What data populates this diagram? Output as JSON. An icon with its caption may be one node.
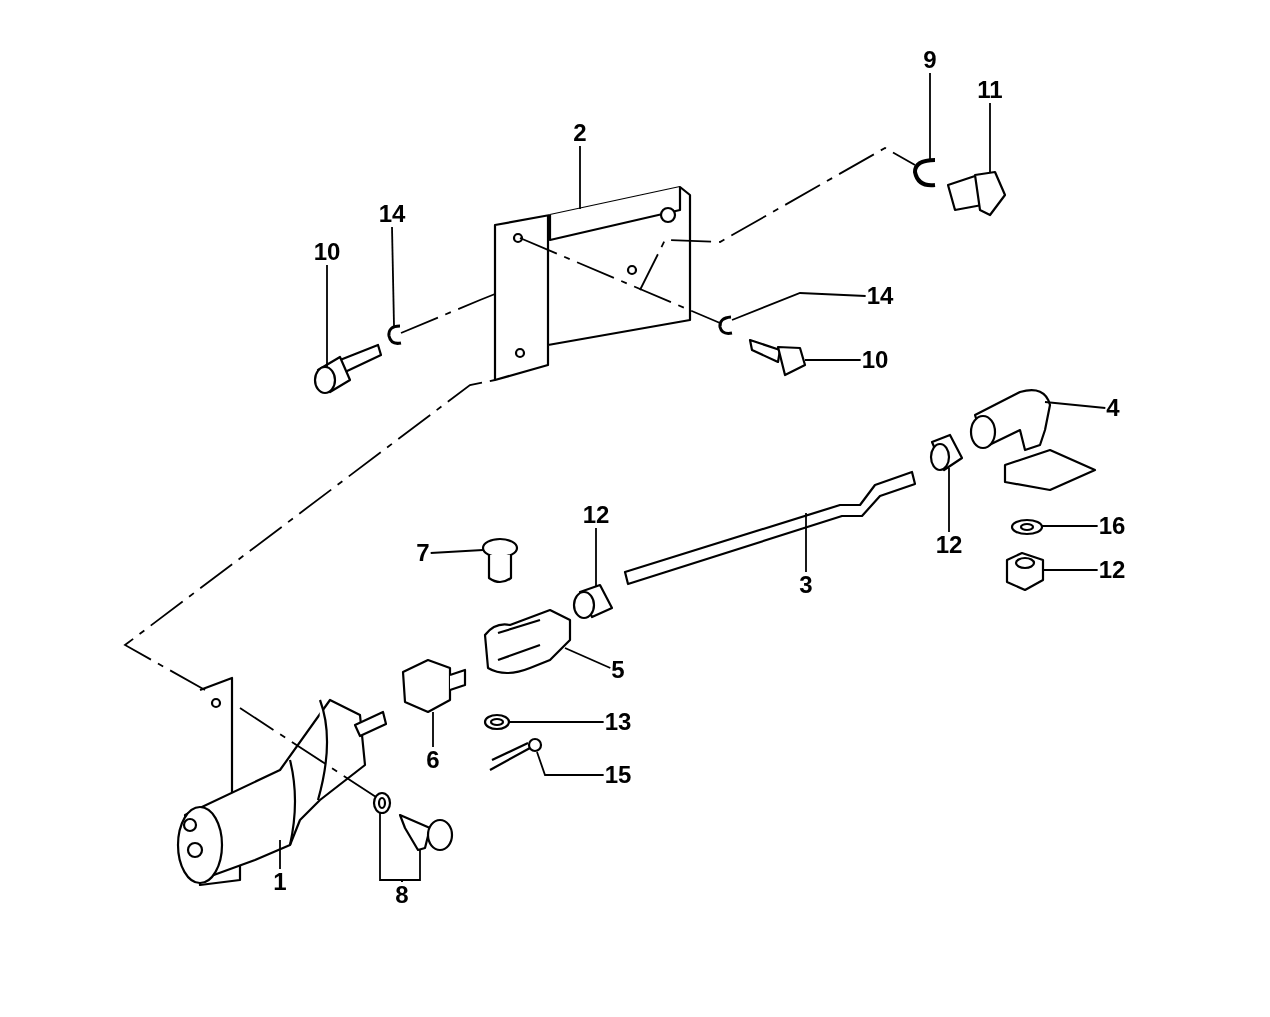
{
  "diagram": {
    "nodes": [
      {
        "text": [
          "1"
        ]
      },
      {
        "text": [],
        "shape": "picture"
      },
      {
        "text": [
          "2"
        ]
      },
      {
        "text": [],
        "shape": "picture"
      },
      {
        "text": [
          "3"
        ]
      },
      {
        "text": [],
        "shape": "picture"
      },
      {
        "text": [
          "4"
        ]
      },
      {
        "text": [],
        "shape": "picture"
      },
      {
        "text": [
          "5"
        ]
      },
      {
        "text": [],
        "shape": "picture"
      },
      {
        "text": [
          "6"
        ]
      },
      {
        "text": [],
        "shape": "picture"
      },
      {
        "text": [
          "7"
        ]
      },
      {
        "text": [],
        "shape": "picture"
      },
      {
        "text": [
          "8"
        ]
      },
      {
        "text": [],
        "shape": "picture"
      },
      {
        "text": [],
        "shape": "picture"
      },
      {
        "text": [
          "9"
        ]
      },
      {
        "text": [],
        "shape": "picture"
      },
      {
        "text": [
          "10"
        ]
      },
      {
        "text": [],
        "shape": "picture"
      },
      {
        "text": [
          "10"
        ]
      },
      {
        "text": [],
        "shape": "picture"
      },
      {
        "text": [
          "11"
        ]
      },
      {
        "text": [],
        "shape": "picture"
      },
      {
        "text": [
          "12"
        ]
      },
      {
        "text": [],
        "shape": "picture"
      },
      {
        "text": [
          "12"
        ]
      },
      {
        "text": [],
        "shape": "picture"
      },
      {
        "text": [
          "12"
        ]
      },
      {
        "text": [],
        "shape": "picture"
      },
      {
        "text": [
          "13"
        ]
      },
      {
        "text": [],
        "shape": "picture"
      },
      {
        "text": [
          "14"
        ]
      },
      {
        "text": [],
        "shape": "picture"
      },
      {
        "text": [
          "14"
        ]
      },
      {
        "text": [],
        "shape": "picture"
      },
      {
        "text": [
          "15"
        ]
      },
      {
        "text": [],
        "shape": "picture"
      },
      {
        "text": [
          "16"
        ]
      },
      {
        "text": [],
        "shape": "picture"
      }
    ],
    "edges": [
      {
        "from": 0,
        "to": 1,
        "arrow": "none"
      },
      {
        "from": 2,
        "to": 3,
        "arrow": "none"
      },
      {
        "from": 4,
        "to": 5,
        "arrow": "none"
      },
      {
        "from": 6,
        "to": 7,
        "arrow": "none"
      },
      {
        "from": 8,
        "to": 9,
        "arrow": "none"
      },
      {
        "from": 10,
        "to": 11,
        "arrow": "none"
      },
      {
        "from": 12,
        "to": 13,
        "arrow": "none"
      },
      {
        "from": 14,
        "to": 15,
        "arrow": "none"
      },
      {
        "from": 14,
        "to": 16,
        "arrow": "none"
      },
      {
        "from": 17,
        "to": 18,
        "arrow": "none"
      },
      {
        "from": 19,
        "to": 20,
        "arrow": "none"
      },
      {
        "from": 21,
        "to": 22,
        "arrow": "none"
      },
      {
        "from": 23,
        "to": 24,
        "arrow": "none"
      },
      {
        "from": 25,
        "to": 26,
        "arrow": "none"
      },
      {
        "from": 27,
        "to": 28,
        "arrow": "none"
      },
      {
        "from": 29,
        "to": 30,
        "arrow": "none"
      },
      {
        "from": 31,
        "to": 32,
        "arrow": "none"
      },
      {
        "from": 33,
        "to": 34,
        "arrow": "none"
      },
      {
        "from": 35,
        "to": 36,
        "arrow": "none"
      },
      {
        "from": 37,
        "to": 38,
        "arrow": "none"
      },
      {
        "from": 39,
        "to": 40,
        "arrow": "none"
      },
      {
        "from": 3,
        "to": 18,
        "arrow": "none",
        "style": "dashed"
      },
      {
        "from": 34,
        "to": 3,
        "arrow": "none",
        "style": "dashed"
      },
      {
        "from": 3,
        "to": 36,
        "arrow": "none",
        "style": "dashed"
      },
      {
        "from": 1,
        "to": 3,
        "arrow": "none",
        "style": "dashed"
      },
      {
        "from": 1,
        "to": 15,
        "arrow": "none",
        "style": "dashed"
      }
    ]
  }
}
